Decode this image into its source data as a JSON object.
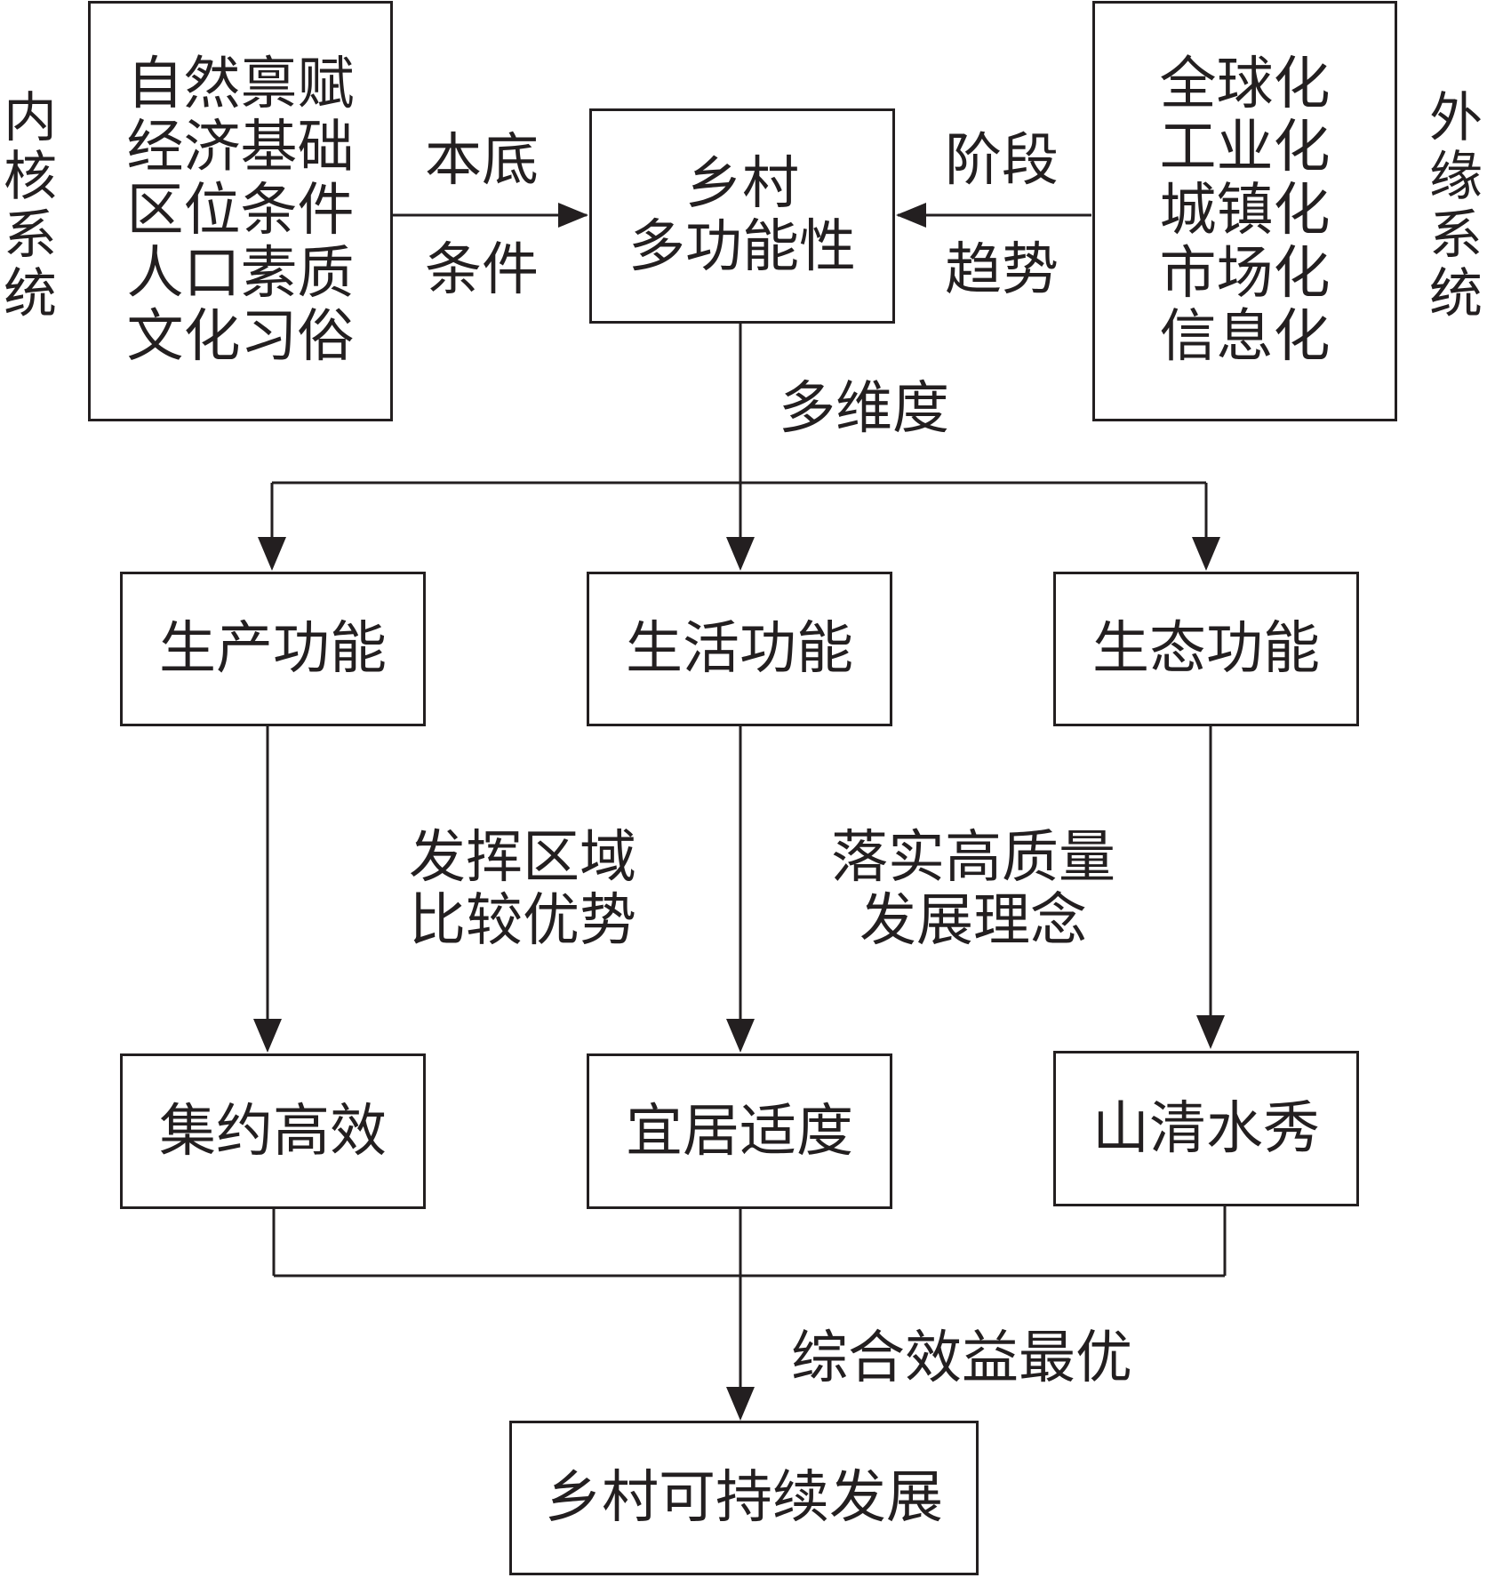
{
  "inner_system": {
    "side_label": [
      "内",
      "核",
      "系",
      "统"
    ],
    "items": [
      "自然禀赋",
      "经济基础",
      "区位条件",
      "人口素质",
      "文化习俗"
    ]
  },
  "outer_system": {
    "side_label": [
      "外",
      "缘",
      "系",
      "统"
    ],
    "items": [
      "全球化",
      "工业化",
      "城镇化",
      "市场化",
      "信息化"
    ]
  },
  "center": {
    "lines": [
      "乡村",
      "多功能性"
    ]
  },
  "arrow_labels": {
    "left_top": "本底",
    "left_bottom": "条件",
    "right_top": "阶段",
    "right_bottom": "趋势",
    "down": "多维度",
    "middle_left": [
      "发挥区域",
      "比较优势"
    ],
    "middle_right": [
      "落实高质量",
      "发展理念"
    ],
    "final": "综合效益最优"
  },
  "functions": [
    "生产功能",
    "生活功能",
    "生态功能"
  ],
  "outcomes": [
    "集约高效",
    "宜居适度",
    "山清水秀"
  ],
  "goal": "乡村可持续发展"
}
